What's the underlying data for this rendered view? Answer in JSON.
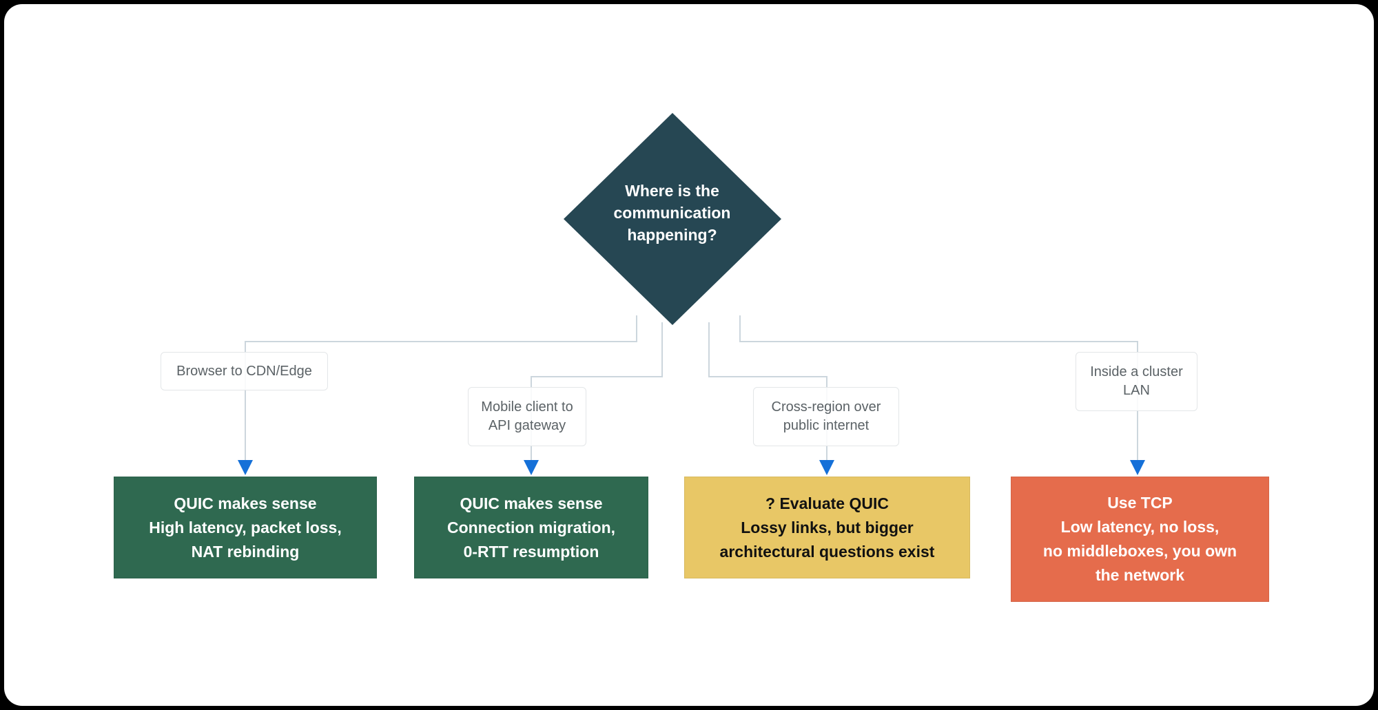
{
  "diagram": {
    "type": "decision-flowchart",
    "background": "#ffffff",
    "connector_color": "#ccd6dd",
    "arrow_color": "#1570d8",
    "decision": {
      "text": "Where is the\ncommunication\nhappening?",
      "color": "#264753",
      "text_color": "#ffffff"
    },
    "edge_labels": [
      {
        "text": "Browser to CDN/Edge"
      },
      {
        "text": "Mobile client to\nAPI gateway"
      },
      {
        "text": "Cross-region over\npublic internet"
      },
      {
        "text": "Inside a cluster\nLAN"
      }
    ],
    "outcomes": [
      {
        "text": "QUIC makes sense\nHigh latency, packet loss,\nNAT rebinding",
        "color": "#2f6950",
        "text_color": "#ffffff"
      },
      {
        "text": "QUIC makes sense\nConnection migration,\n0-RTT resumption",
        "color": "#2f6950",
        "text_color": "#ffffff"
      },
      {
        "text": "? Evaluate QUIC\nLossy links, but bigger\narchitectural questions exist",
        "color": "#e8c766",
        "text_color": "#111111"
      },
      {
        "text": "Use TCP\nLow latency, no loss,\nno middleboxes, you own\nthe network",
        "color": "#e56c4c",
        "text_color": "#ffffff"
      }
    ]
  }
}
